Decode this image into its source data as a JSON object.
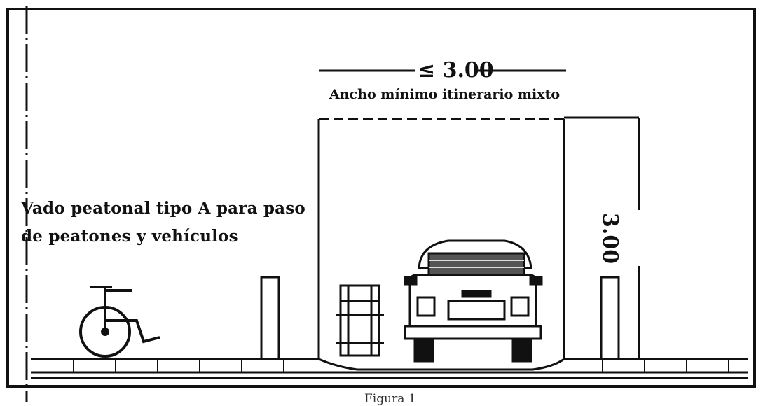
{
  "diagram": {
    "description_line_1": "Vado peatonal tipo A para paso",
    "description_line_2": "de peatones y vehículos",
    "width_dimension": "≤ 3.00",
    "width_label": "Ancho mínimo itinerario mixto",
    "height_dimension": "3.00",
    "caption": "Figura 1"
  },
  "colors": {
    "ink": "#111111",
    "background": "#ffffff"
  }
}
